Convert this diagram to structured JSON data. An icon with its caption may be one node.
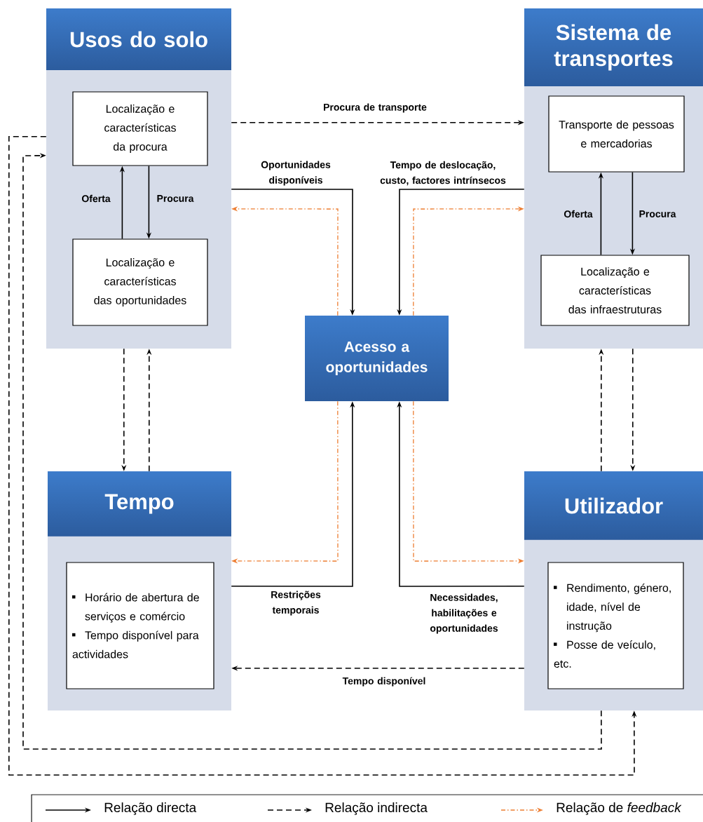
{
  "diagram": {
    "nodes": [
      {
        "text": [
          "Usos do solo"
        ]
      },
      {
        "text": [
          "Localização e características da procura"
        ],
        "in": 0
      },
      {
        "text": [
          "Localização e características das oportunidades"
        ],
        "in": 0
      },
      {
        "text": [
          "Sistema de transportes"
        ]
      },
      {
        "text": [
          "Transporte de pessoas e mercadorias"
        ],
        "in": 3
      },
      {
        "text": [
          "Localização e características das infraestruturas"
        ],
        "in": 3
      },
      {
        "text": [
          "Acesso a oportunidades"
        ]
      },
      {
        "text": [
          "Tempo"
        ]
      },
      {
        "text": [
          "Horário de abertura de serviços e comércio",
          "Tempo disponível para actividades"
        ],
        "in": 7
      },
      {
        "text": [
          "Utilizador"
        ]
      },
      {
        "text": [
          "Rendimento, género, idade, nível de instrução",
          "Posse de veículo, etc."
        ],
        "in": 9
      }
    ],
    "edges": [
      {
        "from": 2,
        "to": 1,
        "arrow": "to",
        "label": "Oferta"
      },
      {
        "from": 1,
        "to": 2,
        "arrow": "to",
        "label": "Procura"
      },
      {
        "from": 5,
        "to": 4,
        "arrow": "to",
        "label": "Oferta"
      },
      {
        "from": 4,
        "to": 5,
        "arrow": "to",
        "label": "Procura"
      },
      {
        "from": 0,
        "to": 3,
        "arrow": "to",
        "label": "Procura de transporte",
        "style": "dashed"
      },
      {
        "from": 0,
        "to": 6,
        "arrow": "to",
        "label": "Oportunidades disponíveis"
      },
      {
        "from": 3,
        "to": 6,
        "arrow": "to",
        "label": "Tempo de deslocação, custo, factores intrínsecos"
      },
      {
        "from": 6,
        "to": 0,
        "arrow": "to",
        "style": "dashed",
        "color": "#ed7d31"
      },
      {
        "from": 6,
        "to": 3,
        "arrow": "to",
        "style": "dashed",
        "color": "#ed7d31"
      },
      {
        "from": 7,
        "to": 6,
        "arrow": "to",
        "label": "Restrições temporais"
      },
      {
        "from": 9,
        "to": 6,
        "arrow": "to",
        "label": "Necessidades, habilitações e oportunidades"
      },
      {
        "from": 6,
        "to": 7,
        "arrow": "to",
        "style": "dashed",
        "color": "#ed7d31"
      },
      {
        "from": 6,
        "to": 9,
        "arrow": "to",
        "style": "dashed",
        "color": "#ed7d31"
      },
      {
        "from": 0,
        "to": 7,
        "arrow": "to",
        "style": "dashed"
      },
      {
        "from": 7,
        "to": 0,
        "arrow": "to",
        "style": "dashed"
      },
      {
        "from": 9,
        "to": 3,
        "arrow": "to",
        "style": "dashed"
      },
      {
        "from": 3,
        "to": 9,
        "arrow": "to",
        "style": "dashed"
      },
      {
        "from": 9,
        "to": 7,
        "arrow": "to",
        "label": "Tempo disponível",
        "style": "dashed"
      },
      {
        "from": 9,
        "to": 0,
        "arrow": "to",
        "style": "dashed"
      },
      {
        "from": 0,
        "to": 9,
        "arrow": "to",
        "style": "dashed"
      }
    ],
    "legend": [
      {
        "text": "Relação directa"
      },
      {
        "text": "Relação indirecta"
      },
      {
        "text": "Relação de *feedback*"
      }
    ]
  }
}
